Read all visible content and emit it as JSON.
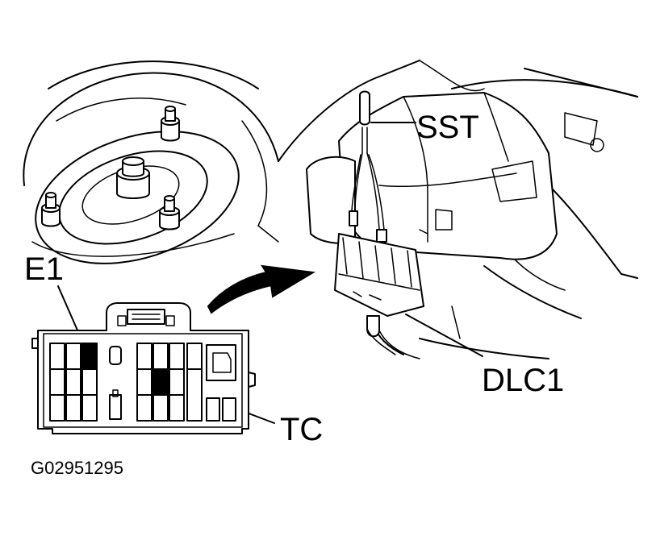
{
  "figure": {
    "labels": {
      "sst": "SST",
      "e1": "E1",
      "dlc1": "DLC1",
      "tc": "TC"
    },
    "figure_code": "G02951295"
  },
  "colors": {
    "ink": "#000000",
    "paper": "#ffffff"
  }
}
